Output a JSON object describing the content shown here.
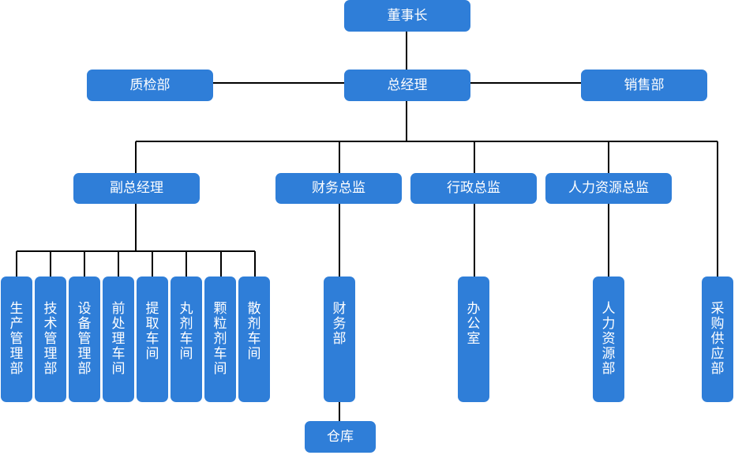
{
  "chairman": "董事长",
  "general_manager": "总经理",
  "quality_dept": "质检部",
  "sales_dept": "销售部",
  "deputy_gm": "副总经理",
  "finance_director": "财务总监",
  "admin_director": "行政总监",
  "hr_director": "人力资源总监",
  "production_units": [
    "生产管理部",
    "技术管理部",
    "设备管理部",
    "前处理车间",
    "提取车间",
    "丸剂车间",
    "颗粒剂车间",
    "散剂车间"
  ],
  "finance_dept": "财务部",
  "warehouse": "仓库",
  "office": "办公室",
  "hr_dept": "人力资源部",
  "purchasing_dept": "采购供应部",
  "colors": {
    "node_fill": "#2f7ed8",
    "node_text": "#ffffff",
    "connector": "#000000"
  }
}
